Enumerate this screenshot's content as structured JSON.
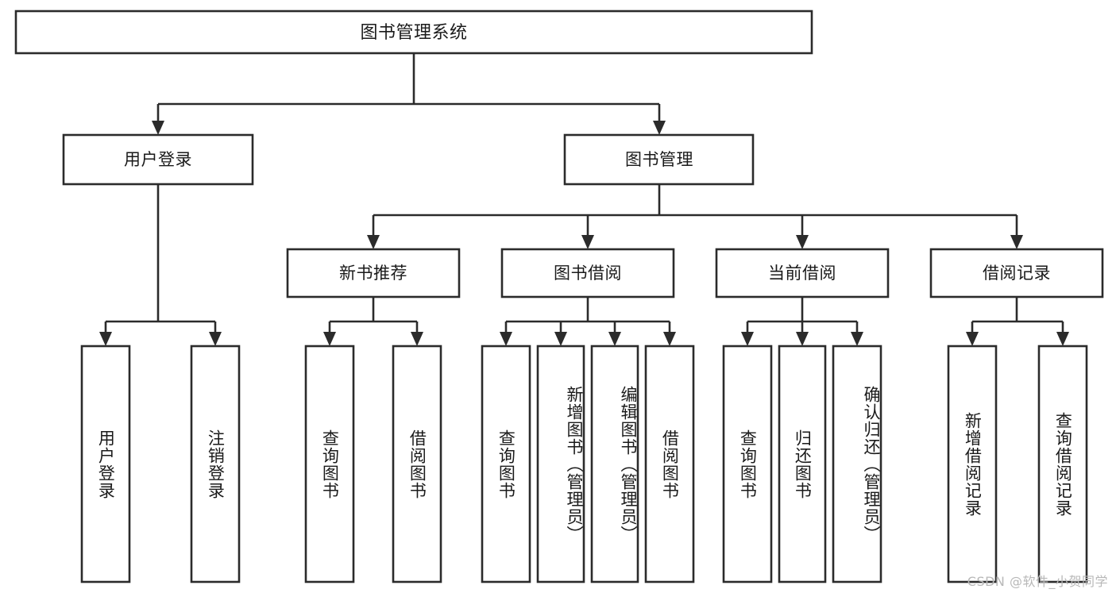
{
  "diagram": {
    "type": "tree-hierarchy",
    "title": "图书管理系统",
    "watermark": "CSDN @软件_小贺同学",
    "colors": {
      "stroke": "#2b2b2b",
      "box_fill": "#ffffff",
      "text": "#1a1a1a",
      "background": "#ffffff",
      "watermark": "#b8b8b8"
    },
    "root": {
      "label": "图书管理系统",
      "children": [
        {
          "label": "用户登录",
          "children": [
            {
              "label": "用户登录"
            },
            {
              "label": "注销登录"
            }
          ]
        },
        {
          "label": "图书管理",
          "children": [
            {
              "label": "新书推荐",
              "children": [
                {
                  "label": "查询图书"
                },
                {
                  "label": "借阅图书"
                }
              ]
            },
            {
              "label": "图书借阅",
              "children": [
                {
                  "label": "查询图书"
                },
                {
                  "label": "新增图书（管理员）"
                },
                {
                  "label": "编辑图书（管理员）"
                },
                {
                  "label": "借阅图书"
                }
              ]
            },
            {
              "label": "当前借阅",
              "children": [
                {
                  "label": "查询图书"
                },
                {
                  "label": "归还图书"
                },
                {
                  "label": "确认归还（管理员）"
                }
              ]
            },
            {
              "label": "借阅记录",
              "children": [
                {
                  "label": "新增借阅记录"
                },
                {
                  "label": "查询借阅记录"
                }
              ]
            }
          ]
        }
      ]
    },
    "nodes": {
      "root_title": "图书管理系统",
      "l1_user_login": "用户登录",
      "l1_book_mgmt": "图书管理",
      "l2_new_book_rec": "新书推荐",
      "l2_book_borrow": "图书借阅",
      "l2_current_borrow": "当前借阅",
      "l2_borrow_record": "借阅记录",
      "leaf_user_login": "用户登录",
      "leaf_logout": "注销登录",
      "leaf_rec_query": "查询图书",
      "leaf_rec_borrow": "借阅图书",
      "leaf_borrow_query": "查询图书",
      "leaf_borrow_add": "新增图书（管理员）",
      "leaf_borrow_edit": "编辑图书（管理员）",
      "leaf_borrow_borrow": "借阅图书",
      "leaf_cur_query": "查询图书",
      "leaf_cur_return": "归还图书",
      "leaf_cur_confirm": "确认归还（管理员）",
      "leaf_rec_add": "新增借阅记录",
      "leaf_rec_search": "查询借阅记录"
    }
  }
}
